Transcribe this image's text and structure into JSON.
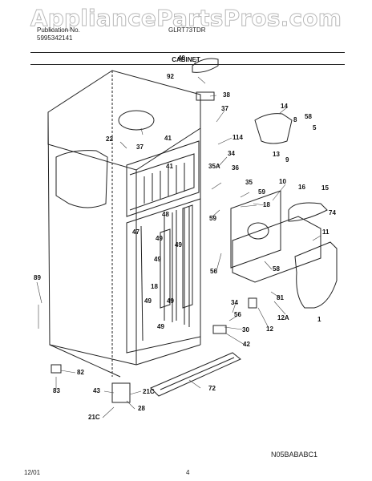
{
  "watermark": "AppliancePartsPros.com",
  "header": {
    "left_line1": "Publication No.",
    "left_line2": "5995342141",
    "model": "GLRT73TDR",
    "section_title": "CABINET"
  },
  "diagram_code": "N05BABABC1",
  "footer": {
    "date": "12/01",
    "page": "4"
  },
  "part_labels": [
    "40",
    "92",
    "38",
    "37",
    "14",
    "58",
    "8",
    "5",
    "13",
    "9",
    "41",
    "22",
    "37",
    "114",
    "34",
    "41",
    "36",
    "35A",
    "35",
    "59",
    "59",
    "10",
    "16",
    "15",
    "18",
    "74",
    "48",
    "47",
    "49",
    "49",
    "11",
    "49",
    "58",
    "56",
    "18",
    "89",
    "49",
    "49",
    "49",
    "81",
    "34",
    "56",
    "12A",
    "12",
    "1",
    "30",
    "42",
    "82",
    "83",
    "43",
    "21C",
    "72",
    "28",
    "21C"
  ]
}
